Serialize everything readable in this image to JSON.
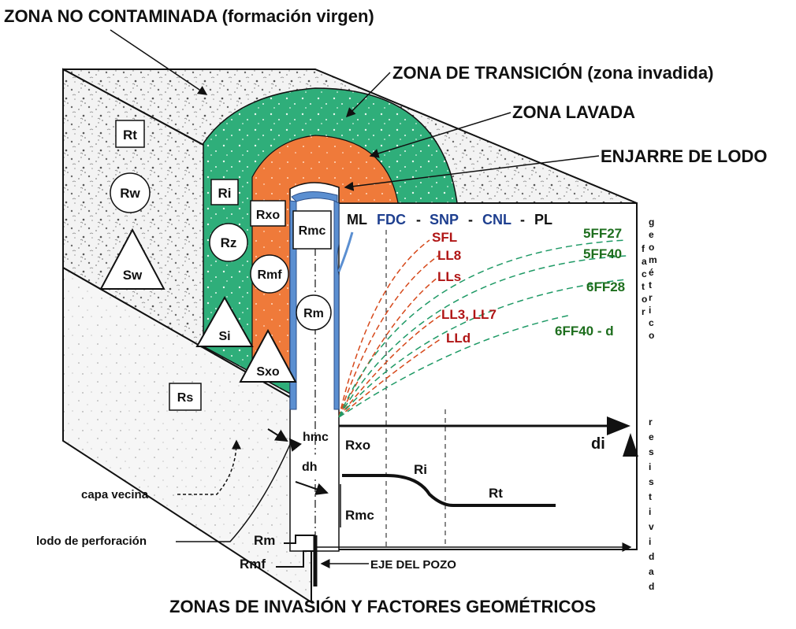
{
  "labels": {
    "zona_no_contaminada": "ZONA NO CONTAMINADA (formación virgen)",
    "zona_transicion": "ZONA DE TRANSICIÓN (zona invadida)",
    "zona_lavada": "ZONA LAVADA",
    "enjarre": "ENJARRE DE LODO",
    "footer": "ZONAS DE INVASIÓN Y FACTORES GEOMÉTRICOS",
    "eje_pozo": "EJE DEL POZO",
    "capa_vecina": "capa vecina",
    "lodo_perforacion": "lodo de perforación"
  },
  "symbols": {
    "rt": "Rt",
    "rw": "Rw",
    "sw": "Sw",
    "ri": "Ri",
    "rz": "Rz",
    "si": "Si",
    "rxo": "Rxo",
    "rmf": "Rmf",
    "sxo": "Sxo",
    "rmc": "Rmc",
    "rm": "Rm",
    "rs": "Rs"
  },
  "chart": {
    "header_parts": [
      "ML",
      "FDC",
      "-",
      "SNP",
      "-",
      "CNL",
      "-",
      "PL"
    ],
    "red_curves": [
      "SFL",
      "LL8",
      "LLs",
      "LL3, LL7",
      "LLd"
    ],
    "green_curves": [
      "5FF27",
      "5FF40",
      "6FF28",
      "6FF40 - d"
    ],
    "vertical_top": "geométrico factor",
    "vertical_col1": "geométrico",
    "vertical_col2": "factor",
    "vertical_bottom": "resistividad",
    "di": "di"
  },
  "profile": {
    "hmc": "hmc",
    "rxo": "Rxo",
    "ri": "Ri",
    "rt": "Rt",
    "dh": "dh",
    "rmc": "Rmc",
    "rm": "Rm",
    "rmf": "Rmf"
  },
  "colors": {
    "transition_zone": "#2fae7a",
    "flushed_zone": "#ef7a3a",
    "mudcake": "#5b8fd1",
    "red_curve": "#d6491b",
    "green_curve": "#1f9a66"
  }
}
